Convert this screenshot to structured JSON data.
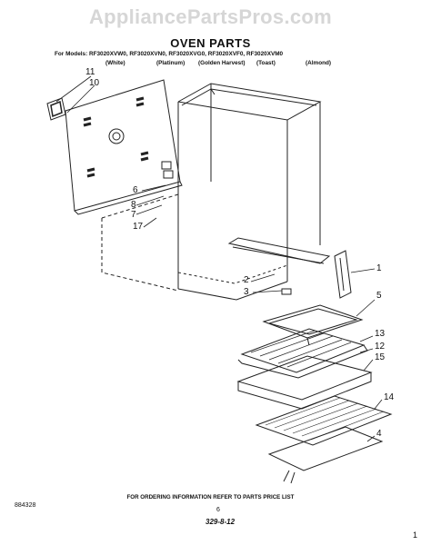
{
  "watermark": "AppliancePartsPros.com",
  "title": "OVEN PARTS",
  "models_line": "For Models: RF3020XVW0, RF3020XVN0, RF3020XVG0, RF3020XVF0, RF3020XVM0",
  "colors": [
    "(White)",
    "(Platinum)",
    "(Golden Harvest)",
    "(Toast)",
    "(Almond)"
  ],
  "callouts": {
    "c11": "11",
    "c10": "10",
    "c6": "6",
    "c8": "8",
    "c7": "7",
    "c17": "17",
    "c1": "1",
    "c2": "2",
    "c3": "3",
    "c5": "5",
    "c13": "13",
    "c12": "12",
    "c15": "15",
    "c14": "14",
    "c4": "4"
  },
  "footer_note": "FOR ORDERING INFORMATION REFER TO PARTS PRICE LIST",
  "doc_code": "884328",
  "page_number": "6",
  "handwritten": "329-8-12",
  "corner_mark": "1"
}
